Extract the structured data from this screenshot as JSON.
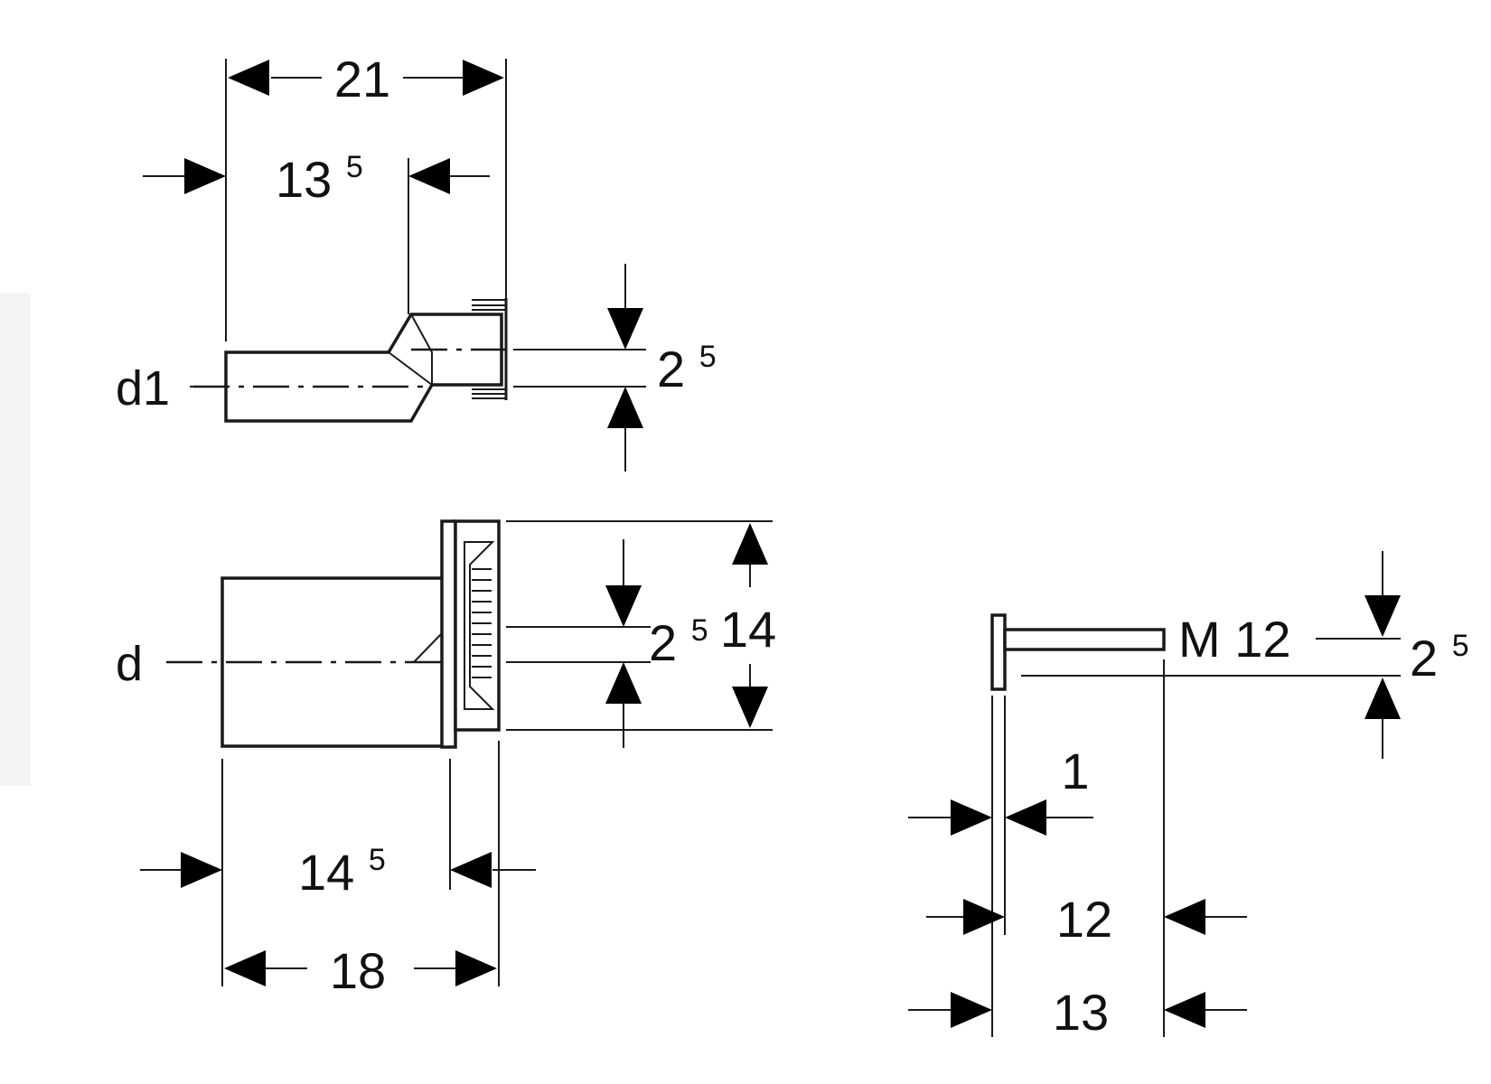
{
  "top_view": {
    "pipe_label": "d1",
    "dim_total": "21",
    "dim_straight_base": "13",
    "dim_straight_sup": "5",
    "dim_offset_base": "2",
    "dim_offset_sup": "5"
  },
  "middle_view": {
    "pipe_label": "d",
    "dim_offset_base": "2",
    "dim_offset_sup": "5",
    "dim_height": "14",
    "dim_inner_base": "14",
    "dim_inner_sup": "5",
    "dim_total": "18"
  },
  "bolt_view": {
    "thread_label": "M 12",
    "dim_offset_base": "2",
    "dim_offset_sup": "5",
    "dim_head": "1",
    "dim_shank": "12",
    "dim_total": "13"
  },
  "colors": {
    "line": "#1a1a1a",
    "background": "#ffffff",
    "edge_strip": "#f4f2f2"
  }
}
